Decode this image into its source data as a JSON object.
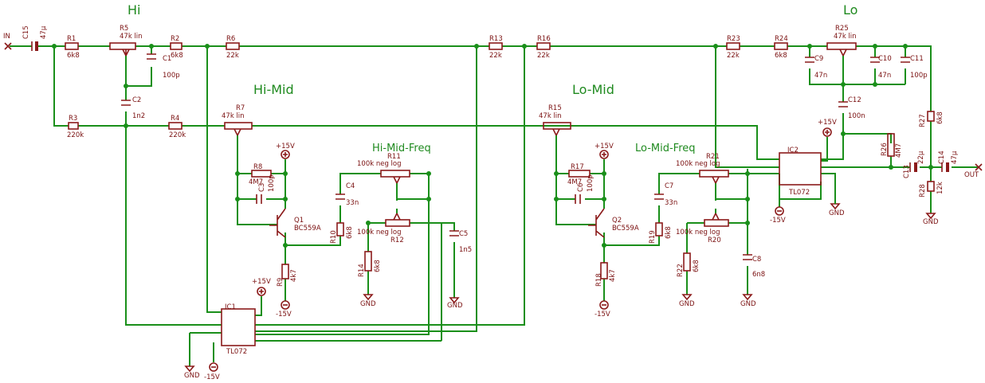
{
  "sections": {
    "hi": "Hi",
    "hi_mid": "Hi-Mid",
    "hi_mid_freq": "Hi-Mid-Freq",
    "lo_mid": "Lo-Mid",
    "lo_mid_freq": "Lo-Mid-Freq",
    "lo": "Lo"
  },
  "io": {
    "in": "IN",
    "out": "OUT"
  },
  "power": {
    "pos": "+15V",
    "neg": "-15V",
    "gnd": "GND"
  },
  "parts": {
    "C15": {
      "ref": "C15",
      "val": "47µ"
    },
    "R1": {
      "ref": "R1",
      "val": "6k8"
    },
    "R5": {
      "ref": "R5",
      "val": "47k lin"
    },
    "R2": {
      "ref": "R2",
      "val": "6k8"
    },
    "C1": {
      "ref": "C1",
      "val": "100p"
    },
    "R6": {
      "ref": "R6",
      "val": "22k"
    },
    "C2": {
      "ref": "C2",
      "val": "1n2"
    },
    "R3": {
      "ref": "R3",
      "val": "220k"
    },
    "R4": {
      "ref": "R4",
      "val": "220k"
    },
    "R7": {
      "ref": "R7",
      "val": "47k lin"
    },
    "R8": {
      "ref": "R8",
      "val": "4M7"
    },
    "C3": {
      "ref": "C3",
      "val": "100p"
    },
    "Q1": {
      "ref": "Q1",
      "val": "BC559A"
    },
    "R9": {
      "ref": "R9",
      "val": "4k7"
    },
    "C4": {
      "ref": "C4",
      "val": "33n"
    },
    "R10": {
      "ref": "R10",
      "val": "6k8"
    },
    "R11": {
      "ref": "R11",
      "val": "100k neg log"
    },
    "R12": {
      "ref": "R12",
      "val": "100k neg log"
    },
    "R14": {
      "ref": "R14",
      "val": "6k8"
    },
    "C5": {
      "ref": "C5",
      "val": "1n5"
    },
    "IC1": {
      "ref": "IC1",
      "val": "TL072"
    },
    "R13": {
      "ref": "R13",
      "val": "22k"
    },
    "R16": {
      "ref": "R16",
      "val": "22k"
    },
    "R15": {
      "ref": "R15",
      "val": "47k lin"
    },
    "R17": {
      "ref": "R17",
      "val": "4M7"
    },
    "C6": {
      "ref": "C6",
      "val": "100p"
    },
    "Q2": {
      "ref": "Q2",
      "val": "BC559A"
    },
    "R18": {
      "ref": "R18",
      "val": "4k7"
    },
    "C7": {
      "ref": "C7",
      "val": "33n"
    },
    "R19": {
      "ref": "R19",
      "val": "6k8"
    },
    "R21": {
      "ref": "R21",
      "val": "100k neg log"
    },
    "R20": {
      "ref": "R20",
      "val": "100k neg log"
    },
    "R22": {
      "ref": "R22",
      "val": "6k8"
    },
    "C8": {
      "ref": "C8",
      "val": "6n8"
    },
    "R23": {
      "ref": "R23",
      "val": "22k"
    },
    "R24": {
      "ref": "R24",
      "val": "6k8"
    },
    "R25": {
      "ref": "R25",
      "val": "47k lin"
    },
    "C9": {
      "ref": "C9",
      "val": "47n"
    },
    "C10": {
      "ref": "C10",
      "val": "47n"
    },
    "C11": {
      "ref": "C11",
      "val": "100p"
    },
    "C12": {
      "ref": "C12",
      "val": "100n"
    },
    "IC2": {
      "ref": "IC2",
      "val": "TL072"
    },
    "R26": {
      "ref": "R26",
      "val": "4M7"
    },
    "C13": {
      "ref": "C13",
      "val": "22µ"
    },
    "C14": {
      "ref": "C14",
      "val": "47µ"
    },
    "R27": {
      "ref": "R27",
      "val": "6k8"
    },
    "R28": {
      "ref": "R28",
      "val": "12k"
    }
  }
}
